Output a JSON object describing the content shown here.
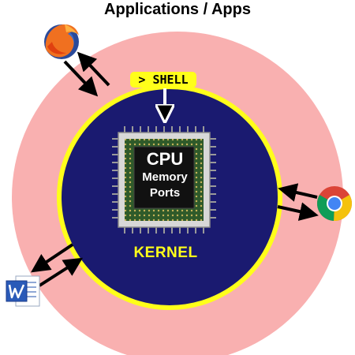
{
  "title": "Applications / Apps",
  "shell": {
    "label": "> SHELL"
  },
  "kernel": {
    "label": "KERNEL"
  },
  "cpu_chip": {
    "line1": "CPU",
    "line2": "Memory",
    "line3": "Ports"
  },
  "apps": [
    {
      "icon": "firefox-icon"
    },
    {
      "icon": "chrome-icon"
    },
    {
      "icon": "word-icon"
    }
  ],
  "colors": {
    "app_ring": "#f9b0b0",
    "kernel_fill": "#1a1a70",
    "kernel_border": "#ffff1a",
    "shell_badge": "#ffff1a",
    "kernel_text": "#ffff1a"
  }
}
